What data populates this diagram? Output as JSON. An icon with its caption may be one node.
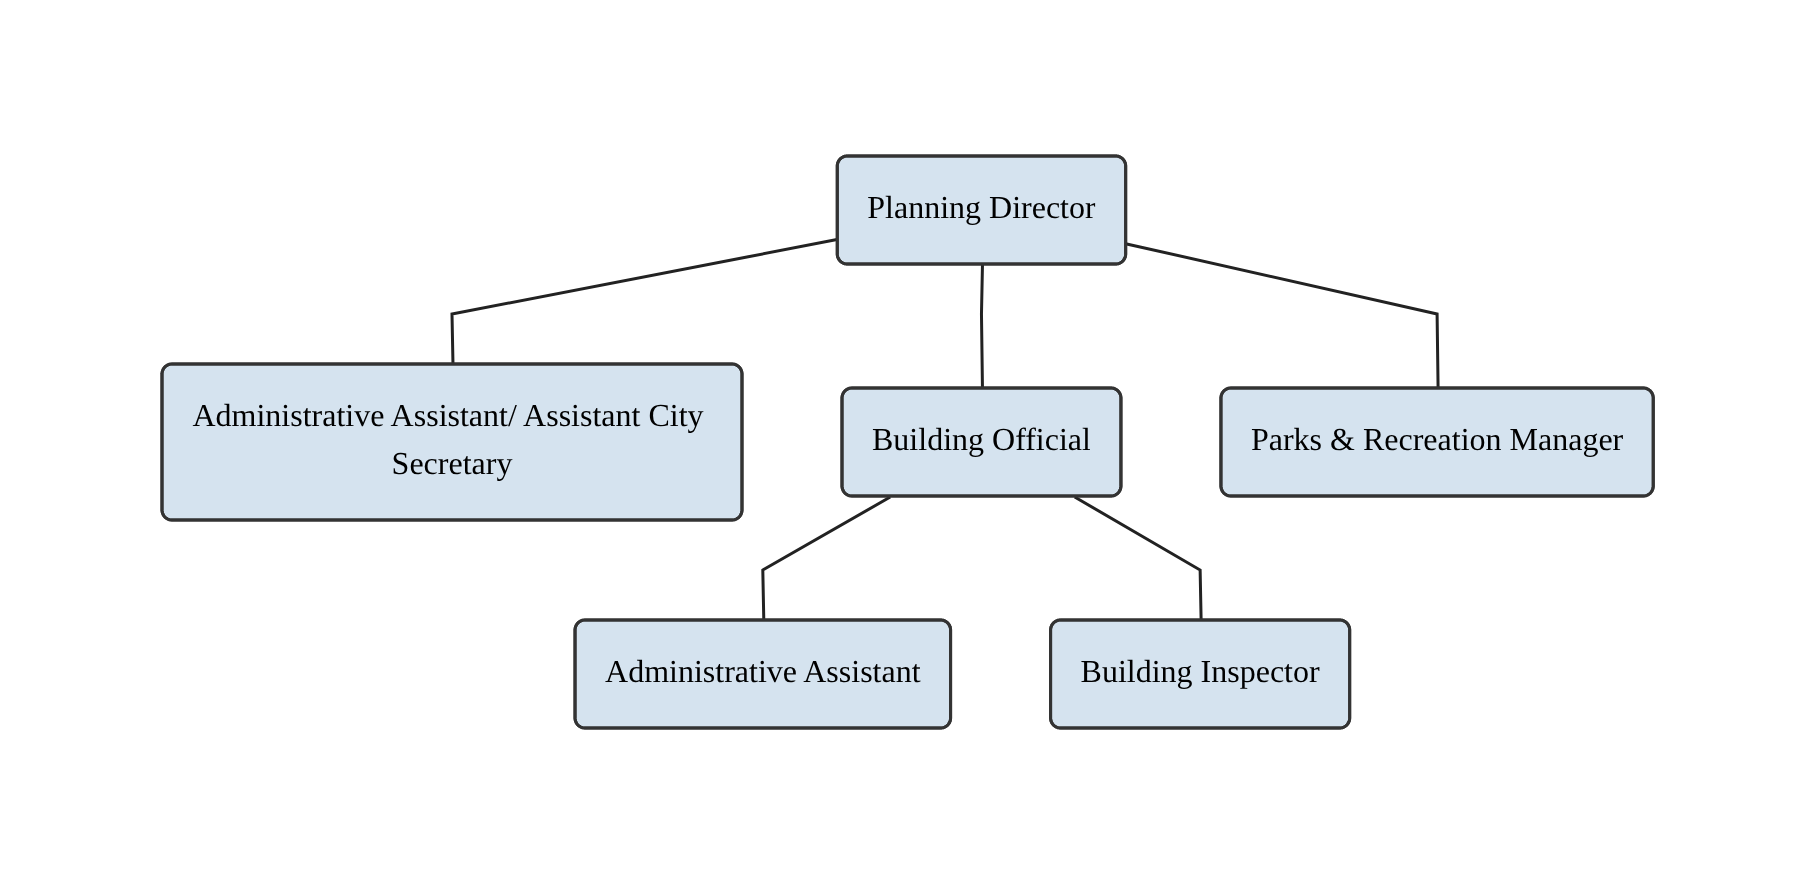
{
  "diagram": {
    "nodes": [
      {
        "text": [
          "Planning Director"
        ]
      },
      {
        "text": [
          "Administrative Assistant/ Assistant City Secretary"
        ]
      },
      {
        "text": [
          "Building Official"
        ]
      },
      {
        "text": [
          "Parks & Recreation Manager"
        ]
      },
      {
        "text": [
          "Administrative Assistant"
        ]
      },
      {
        "text": [
          "Building Inspector"
        ]
      }
    ],
    "edges": [
      {
        "from": 0,
        "to": 1,
        "arrow": "none"
      },
      {
        "from": 0,
        "to": 2,
        "arrow": "none"
      },
      {
        "from": 0,
        "to": 3,
        "arrow": "none"
      },
      {
        "from": 2,
        "to": 4,
        "arrow": "none"
      },
      {
        "from": 2,
        "to": 5,
        "arrow": "none"
      }
    ]
  }
}
